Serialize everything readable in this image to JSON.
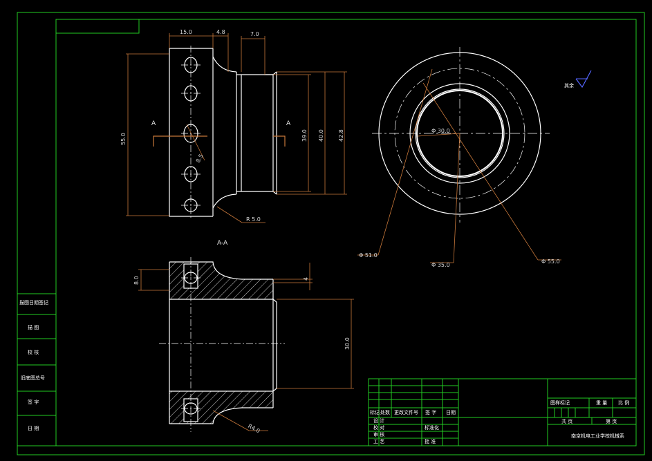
{
  "colors": {
    "background": "#000000",
    "frame": "#22cc22",
    "geometry": "#ffffff",
    "dimension": "#c8783a",
    "centerline": "#ffffff",
    "accent": "#5566ff"
  },
  "dimensions": {
    "top_15": "15.0",
    "top_4": "4.8",
    "top_7": "7.0",
    "height_55": "55.0",
    "d_39": "39.0",
    "d_40": "40.0",
    "d_42": "42.8",
    "hole_d": "8.5",
    "radius_5": "R 5.0",
    "circle_30": "Φ 30.0",
    "circle_51": "Φ 51.0",
    "circle_35": "Φ 35.0",
    "circle_55": "Φ 55.0",
    "sec_8": "8.0",
    "sec_4": "4",
    "sec_30": "30.0",
    "sec_r4": "R4.0"
  },
  "labels": {
    "section_mark_left": "A",
    "section_mark_right": "A",
    "section_title": "A-A",
    "roughness_text": "其余"
  },
  "left_strip": {
    "items": [
      "描图日期签记",
      "描 图",
      "校 核",
      "旧底图总号",
      "签 字",
      "日 期"
    ]
  },
  "title_block": {
    "rev_headers": [
      "标记",
      "处数",
      "更改文件号",
      "签 字",
      "日期"
    ],
    "sign_rows": [
      "设 计",
      "校 对",
      "审 核",
      "工 艺",
      "标准化",
      "批 准"
    ],
    "stage_mark": "图样标记",
    "weight": "重 量",
    "scale": "比 例",
    "sheet_total": "共 页",
    "sheet_no": "第 页",
    "school": "南京机电工业学校机械系"
  }
}
